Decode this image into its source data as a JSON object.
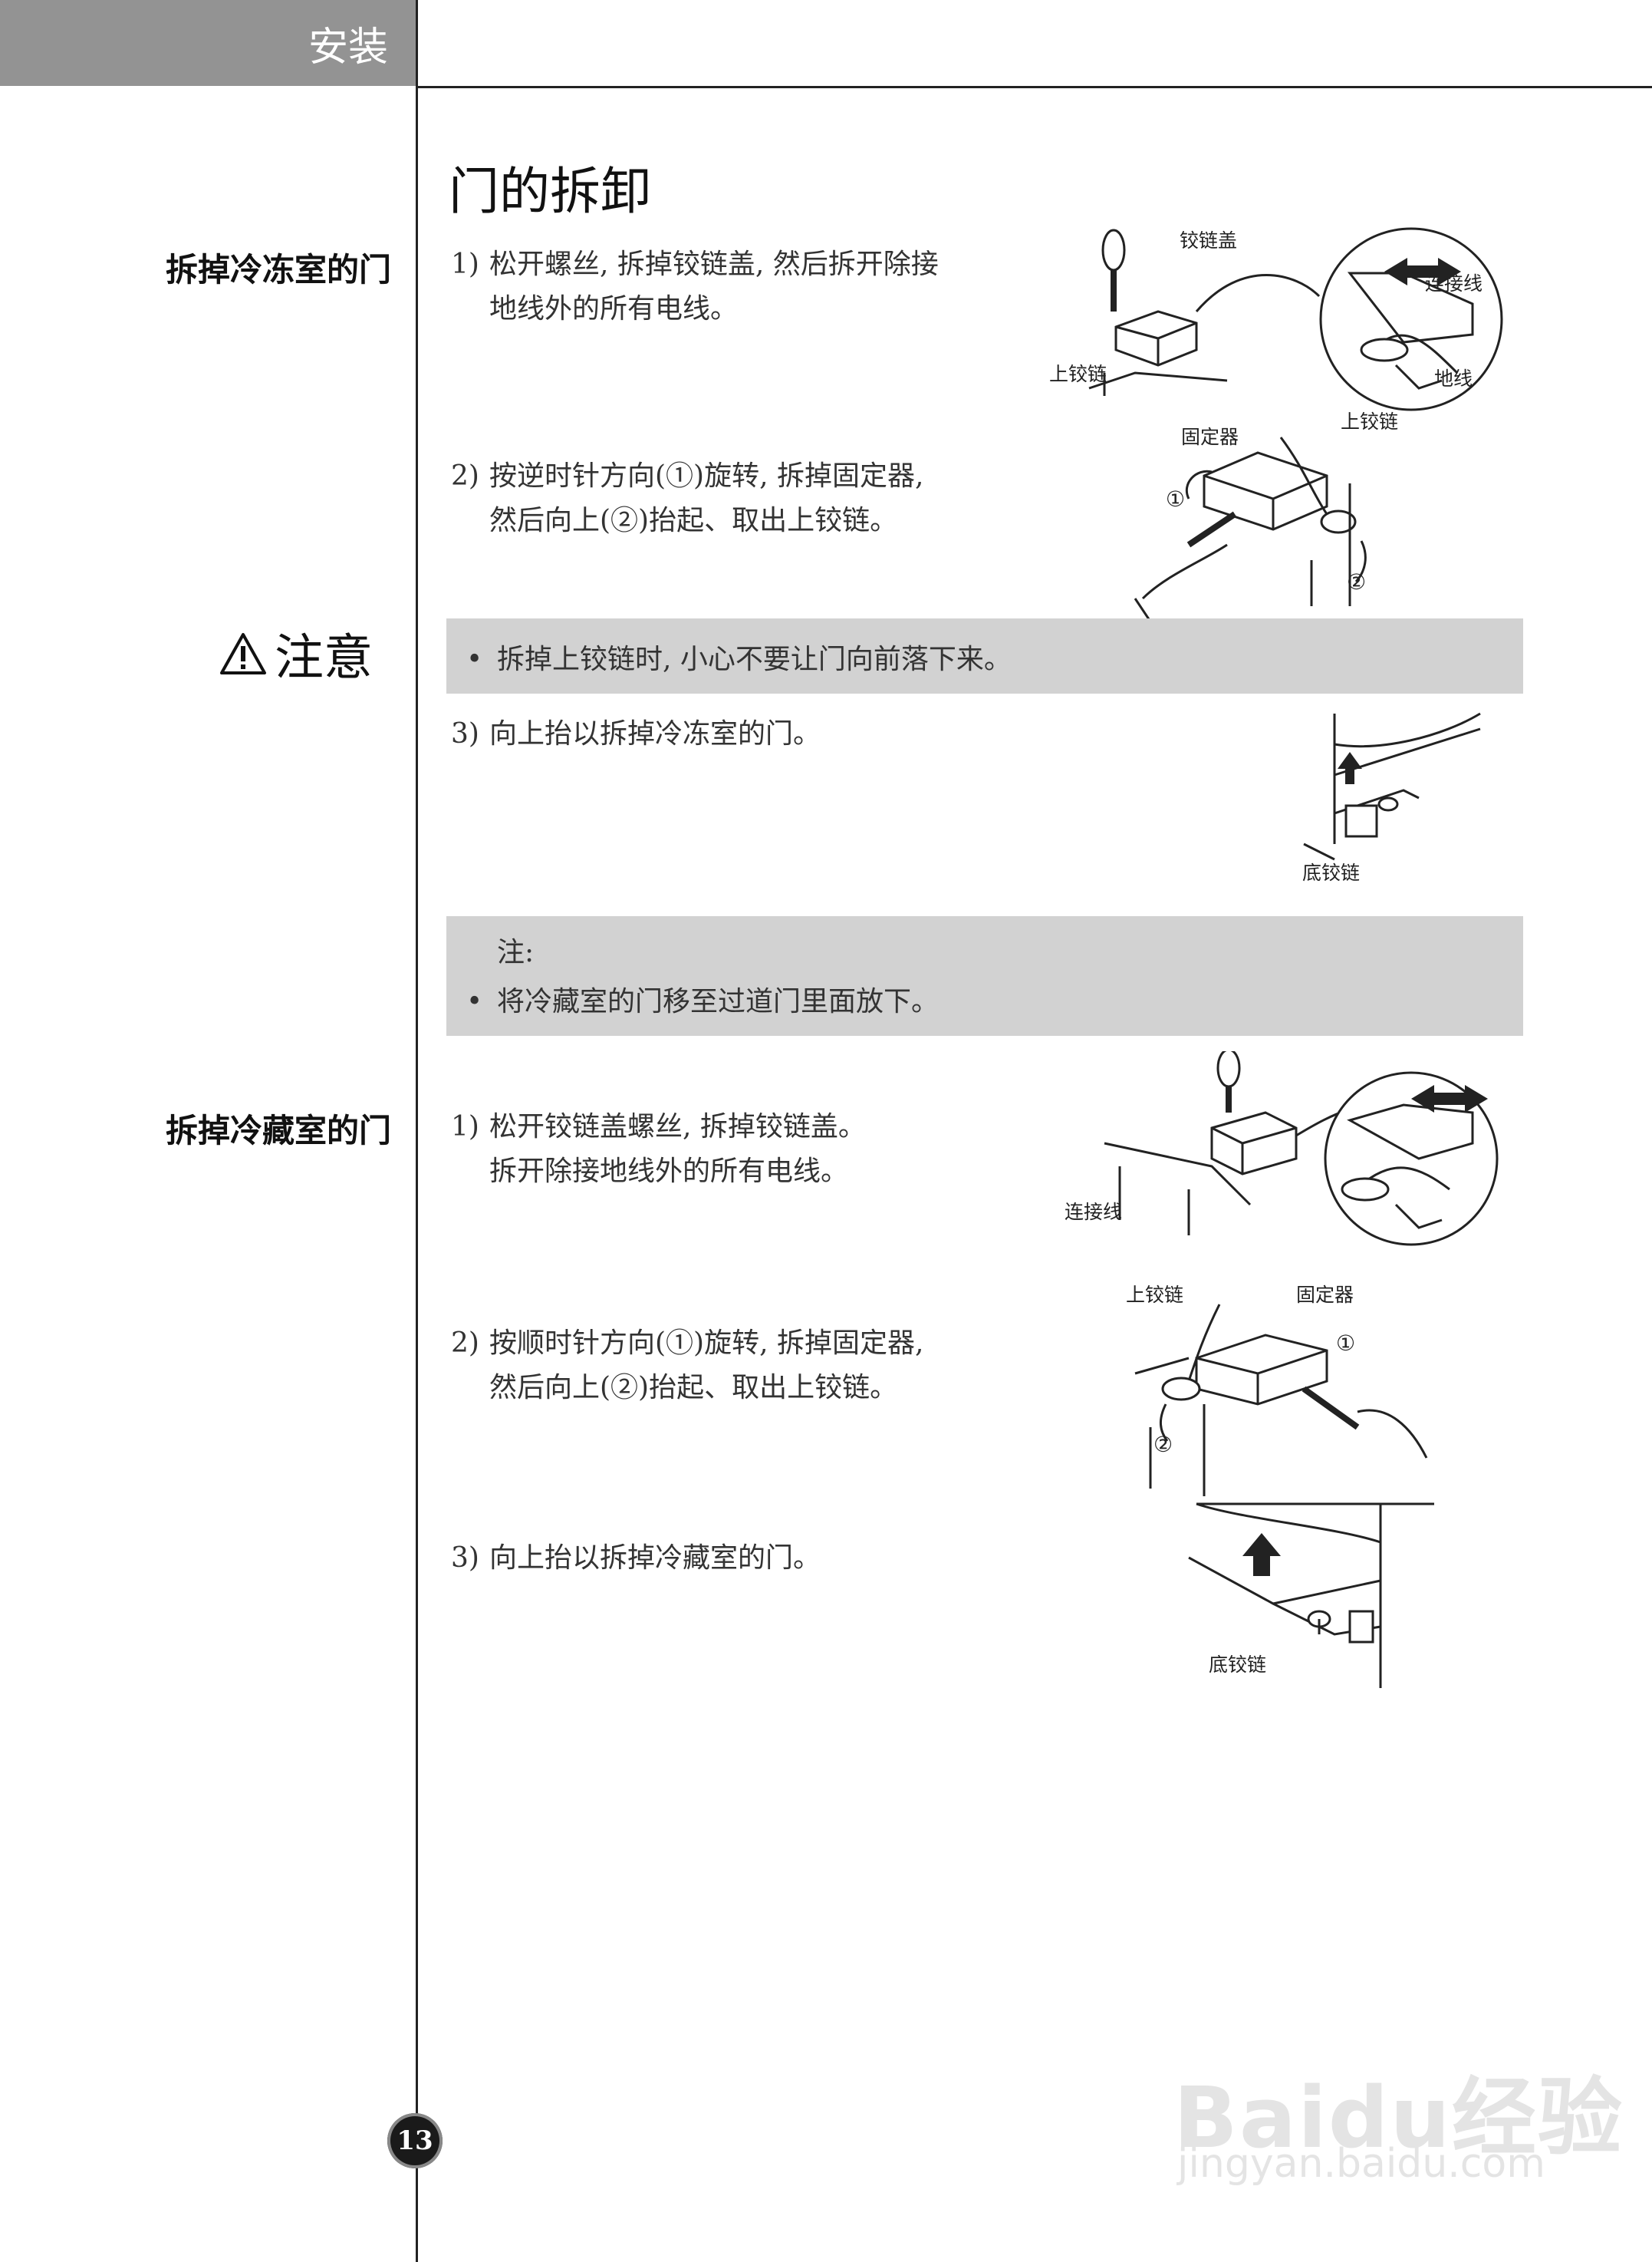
{
  "header": {
    "section": "安装"
  },
  "title": "门的拆卸",
  "freezer": {
    "label": "拆掉冷冻室的门",
    "step1": {
      "num": "1)",
      "line1": "松开螺丝, 拆掉铰链盖, 然后拆开除接",
      "line2": "地线外的所有电线。"
    },
    "step2": {
      "num": "2)",
      "line1": "按逆时针方向(①)旋转, 拆掉固定器,",
      "line2": "然后向上(②)抬起、取出上铰链。"
    },
    "step3": {
      "num": "3)",
      "line1": "向上抬以拆掉冷冻室的门。"
    },
    "fig1": {
      "hinge_cover": "铰链盖",
      "connector": "连接线",
      "upper_hinge": "上铰链",
      "ground": "地线"
    },
    "fig2": {
      "holder": "固定器",
      "upper_hinge": "上铰链",
      "c1": "①",
      "c2": "②"
    },
    "fig3": {
      "bottom_hinge": "底铰链"
    }
  },
  "caution": {
    "label": "注意",
    "text": "拆掉上铰链时, 小心不要让门向前落下来。"
  },
  "note": {
    "label": "注:",
    "text": "将冷藏室的门移至过道门里面放下。"
  },
  "fridge": {
    "label": "拆掉冷藏室的门",
    "step1": {
      "num": "1)",
      "line1": "松开铰链盖螺丝, 拆掉铰链盖。",
      "line2": "拆开除接地线外的所有电线。"
    },
    "step2": {
      "num": "2)",
      "line1": "按顺时针方向(①)旋转, 拆掉固定器,",
      "line2": "然后向上(②)抬起、取出上铰链。"
    },
    "step3": {
      "num": "3)",
      "line1": "向上抬以拆掉冷藏室的门。"
    },
    "fig1": {
      "connector": "连接线"
    },
    "fig2": {
      "upper_hinge": "上铰链",
      "holder": "固定器",
      "c1": "①",
      "c2": "②"
    },
    "fig3": {
      "bottom_hinge": "底铰链"
    }
  },
  "page_number": "13",
  "watermark": {
    "brand": "Baidu经验",
    "url": "jingyan.baidu.com"
  }
}
